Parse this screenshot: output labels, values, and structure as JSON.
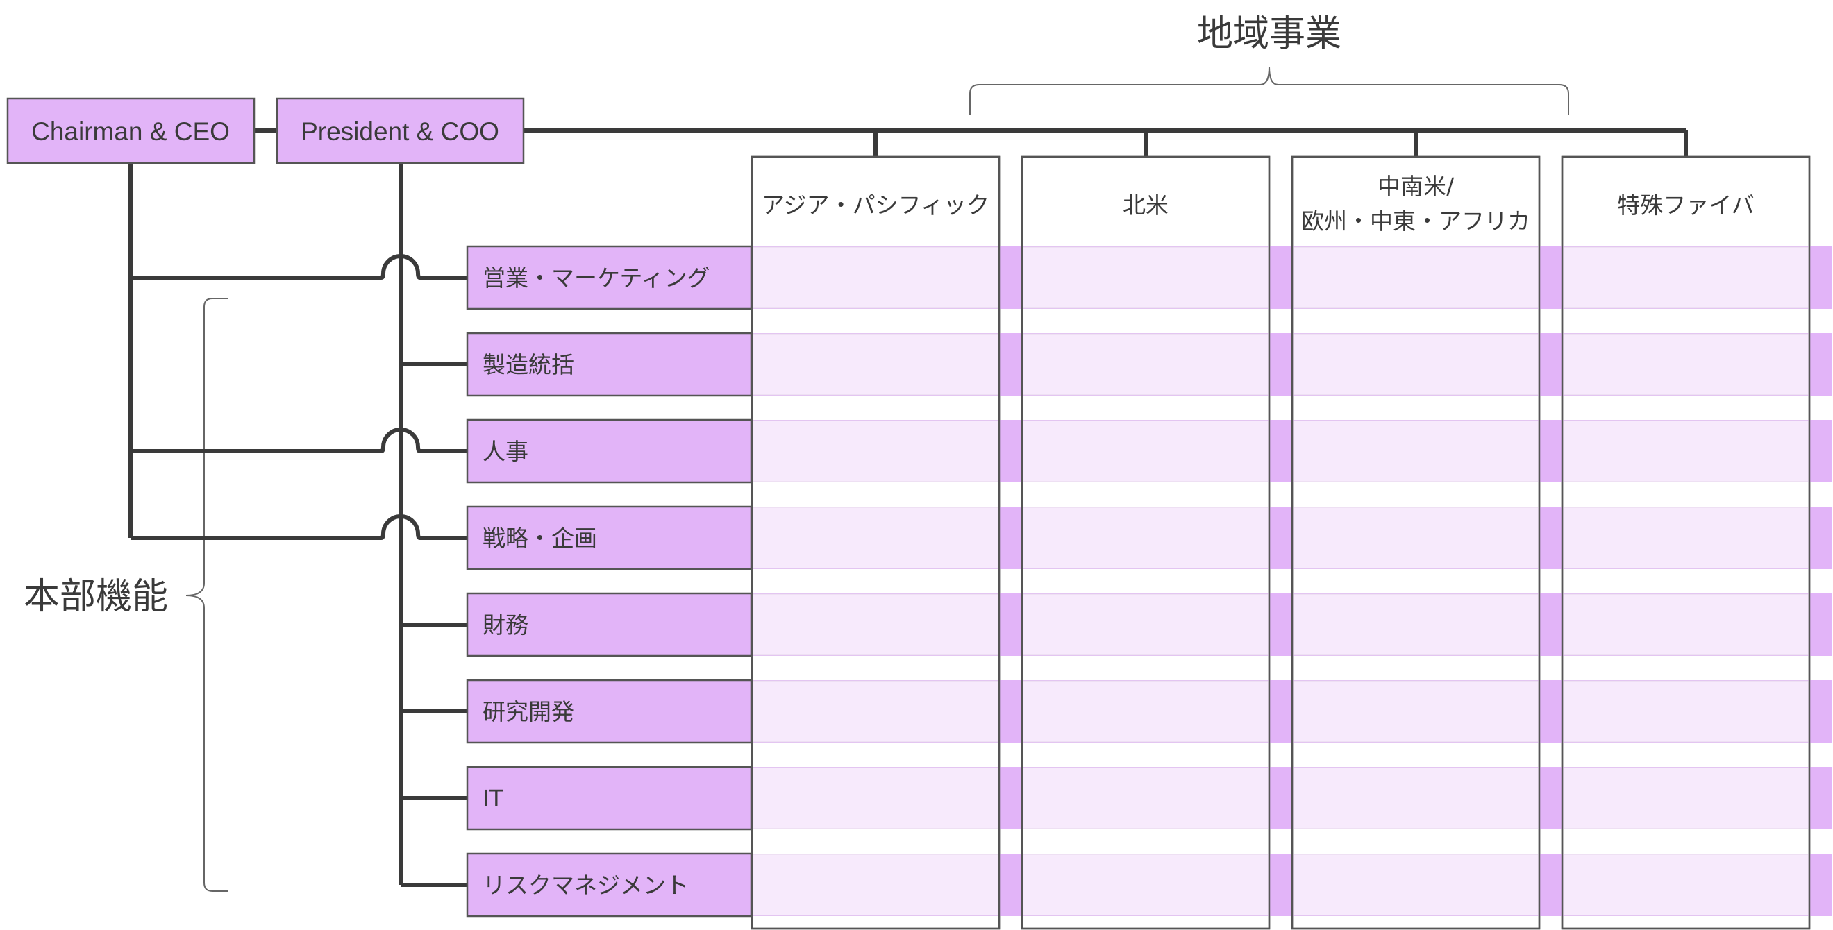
{
  "executives": {
    "ceo": "Chairman & CEO",
    "coo": "President & COO"
  },
  "regional_business": {
    "title": "地域事業",
    "regions": [
      {
        "line1": "アジア・パシフィック",
        "line2": ""
      },
      {
        "line1": "北米",
        "line2": ""
      },
      {
        "line1": "中南米/",
        "line2": "欧州・中東・アフリカ"
      },
      {
        "line1": "特殊ファイバ",
        "line2": ""
      }
    ]
  },
  "hq_functions": {
    "title": "本部機能",
    "functions": [
      {
        "label": "営業・マーケティング",
        "reports_to": "CEO"
      },
      {
        "label": "製造統括",
        "reports_to": "COO"
      },
      {
        "label": "人事",
        "reports_to": "CEO"
      },
      {
        "label": "戦略・企画",
        "reports_to": "CEO"
      },
      {
        "label": "財務",
        "reports_to": "COO"
      },
      {
        "label": "研究開発",
        "reports_to": "COO"
      },
      {
        "label": "IT",
        "reports_to": "COO"
      },
      {
        "label": "リスクマネジメント",
        "reports_to": "COO"
      }
    ]
  },
  "colors": {
    "box_fill": "#e2b4f8",
    "band_fill": "#f7eafc",
    "line": "#3a3a3a",
    "border": "#555555"
  }
}
